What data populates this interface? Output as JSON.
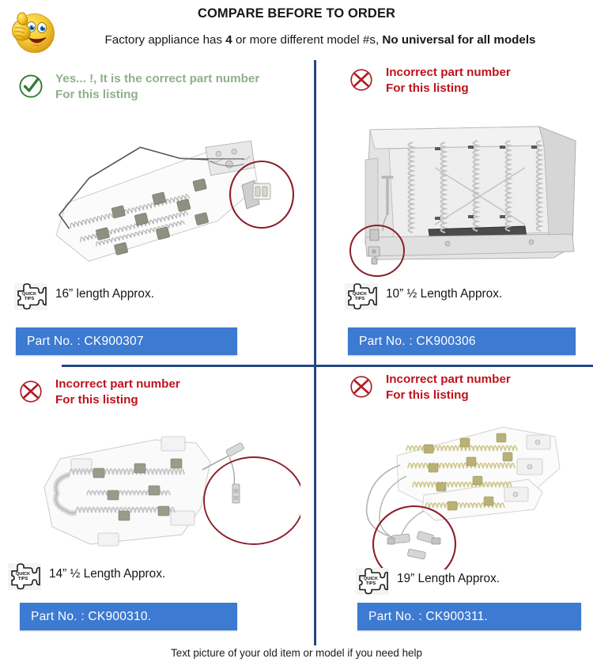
{
  "header": {
    "title": "COMPARE BEFORE TO ORDER",
    "subtitle_part1": "Factory appliance has ",
    "subtitle_bold1": "4",
    "subtitle_part2": " or more different model #s, ",
    "subtitle_bold2": "No universal for all models",
    "emoji_icon": "thumbs-up-smiley-emoji"
  },
  "quadrants": [
    {
      "id": "top-left",
      "status": "correct",
      "status_icon": "green-check-circle-icon",
      "flag_line1": "Yes... !, It is the correct part number",
      "flag_line2": "For this listing",
      "tips_icon": "quick-tips-puzzle-icon",
      "tips_label_line1": "QUICK",
      "tips_label_line2": "TIPS",
      "length": "16” length Approx.",
      "part_label": "Part No. : CK900307",
      "product_alt": "dryer-heating-element-diagonal"
    },
    {
      "id": "top-right",
      "status": "incorrect",
      "status_icon": "red-x-circle-icon",
      "flag_line1": "Incorrect part number",
      "flag_line2": "For this listing",
      "tips_icon": "quick-tips-puzzle-icon",
      "tips_label_line1": "QUICK",
      "tips_label_line2": "TIPS",
      "length": "10” ½  Length Approx.",
      "part_label": "Part No. :  CK900306",
      "product_alt": "dryer-heating-element-metal-housing"
    },
    {
      "id": "bottom-left",
      "status": "incorrect",
      "status_icon": "red-x-circle-icon",
      "flag_line1": "Incorrect part number",
      "flag_line2": "For this listing",
      "tips_icon": "quick-tips-puzzle-icon",
      "tips_label_line1": "QUICK",
      "tips_label_line2": "TIPS",
      "length": "14” ½  Length Approx.",
      "part_label": "Part No. :  CK900310.",
      "product_alt": "dryer-heating-element-u-coil"
    },
    {
      "id": "bottom-right",
      "status": "incorrect",
      "status_icon": "red-x-circle-icon",
      "flag_line1": "Incorrect part number",
      "flag_line2": "For this listing",
      "tips_icon": "quick-tips-puzzle-icon",
      "tips_label_line1": "QUICK",
      "tips_label_line2": "TIPS",
      "length": "19” Length Approx.",
      "part_label": "Part No. :  CK900311.",
      "product_alt": "dryer-heating-element-long-coil"
    }
  ],
  "footer": {
    "text": "Text picture of your old item or model if you need help"
  },
  "colors": {
    "divider_blue": "#16386e",
    "part_bar_blue": "#3d7ad1",
    "correct_green": "#8fb08a",
    "check_green": "#2f7a32",
    "incorrect_red": "#c0121b",
    "annotation_red": "#8c1f2a"
  }
}
